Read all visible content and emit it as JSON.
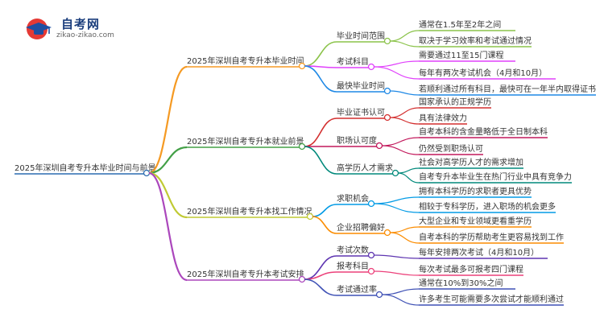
{
  "logo": {
    "title": "自考网",
    "subtitle": "zikao-zikao.com"
  },
  "root": "2025年深圳自考专升本毕业时间与前景",
  "branches": [
    {
      "label": "2025年深圳自考专升本毕业时间",
      "color": "#f59a23",
      "children": [
        {
          "label": "毕业时间范围",
          "color": "#8bc34a",
          "leaves": [
            "通常在1.5年至2年之间",
            "取决于学习效率和考试通过情况"
          ]
        },
        {
          "label": "考试科目",
          "color": "#e040fb",
          "leaves": [
            "需要通过11至15门课程",
            "每年有两次考试机会（4月和10月）"
          ]
        },
        {
          "label": "最快毕业时间",
          "color": "#1e88e5",
          "leaves": [
            "若顺利通过所有科目，最快可在一年半内取得证书"
          ]
        }
      ]
    },
    {
      "label": "2025年深圳自考专升本就业前景",
      "color": "#43a047",
      "children": [
        {
          "label": "毕业证书认可",
          "color": "#d32f2f",
          "leaves": [
            "国家承认的正规学历",
            "具有法律效力"
          ]
        },
        {
          "label": "职场认可度",
          "color": "#c2185b",
          "leaves": [
            "自考本科的含金量略低于全日制本科",
            "仍然受到职场认可"
          ]
        },
        {
          "label": "高学历人才需求",
          "color": "#00897b",
          "leaves": [
            "社会对高学历人才的需求增加",
            "自考专升本毕业生在热门行业中具有竞争力"
          ]
        }
      ]
    },
    {
      "label": "2025年深圳自考专升本找工作情况",
      "color": "#c0ca33",
      "children": [
        {
          "label": "求职机会",
          "color": "#039be5",
          "leaves": [
            "拥有本科学历的求职者更具优势",
            "相较于专科学历，进入职场的机会更多"
          ]
        },
        {
          "label": "企业招聘偏好",
          "color": "#fb8c00",
          "leaves": [
            "大型企业和专业领域更看重学历",
            "自考本科的学历帮助考生更容易找到工作"
          ]
        }
      ]
    },
    {
      "label": "2025年深圳自考专升本考试安排",
      "color": "#ab47bc",
      "children": [
        {
          "label": "考试次数",
          "color": "#5e35b1",
          "leaves": [
            "每年安排两次考试（4月和10月）"
          ]
        },
        {
          "label": "报考科目",
          "color": "#ec407a",
          "leaves": [
            "每次考试最多可报考四门课程"
          ]
        },
        {
          "label": "考试通过率",
          "color": "#3f51b5",
          "leaves": [
            "通常在10%到30%之间",
            "许多考生可能需要多次尝试才能顺利通过"
          ]
        }
      ]
    }
  ]
}
